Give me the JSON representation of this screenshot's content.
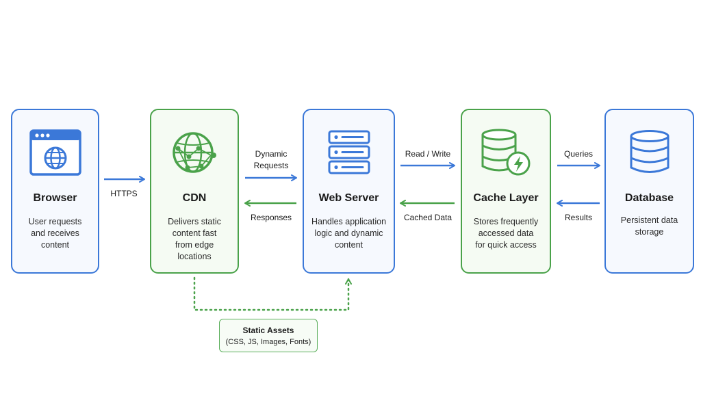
{
  "nodes": {
    "browser": {
      "title": "Browser",
      "desc": [
        "User requests",
        "and receives",
        "content"
      ],
      "icon": "browser-window-globe-icon"
    },
    "cdn": {
      "title": "CDN",
      "desc": [
        "Delivers static",
        "content fast",
        "from edge",
        "locations"
      ],
      "icon": "globe-network-icon"
    },
    "web_server": {
      "title": "Web Server",
      "desc": [
        "Handles application",
        "logic and dynamic",
        "content"
      ],
      "icon": "server-rack-icon"
    },
    "cache": {
      "title": "Cache Layer",
      "desc": [
        "Stores frequently",
        "accessed data",
        "for quick access"
      ],
      "icon": "database-lightning-icon"
    },
    "database": {
      "title": "Database",
      "desc": [
        "Persistent data",
        "storage"
      ],
      "icon": "database-icon"
    }
  },
  "edges": {
    "https": "HTTPS",
    "dynamic_requests": [
      "Dynamic",
      "Requests"
    ],
    "responses": "Responses",
    "read_write": "Read / Write",
    "cached_data": "Cached Data",
    "queries": "Queries",
    "results": "Results"
  },
  "static_assets": {
    "title": "Static Assets",
    "subtitle": "(CSS, JS, Images, Fonts)"
  },
  "colors": {
    "blue": "#3b78d8",
    "green": "#4aa24a"
  }
}
